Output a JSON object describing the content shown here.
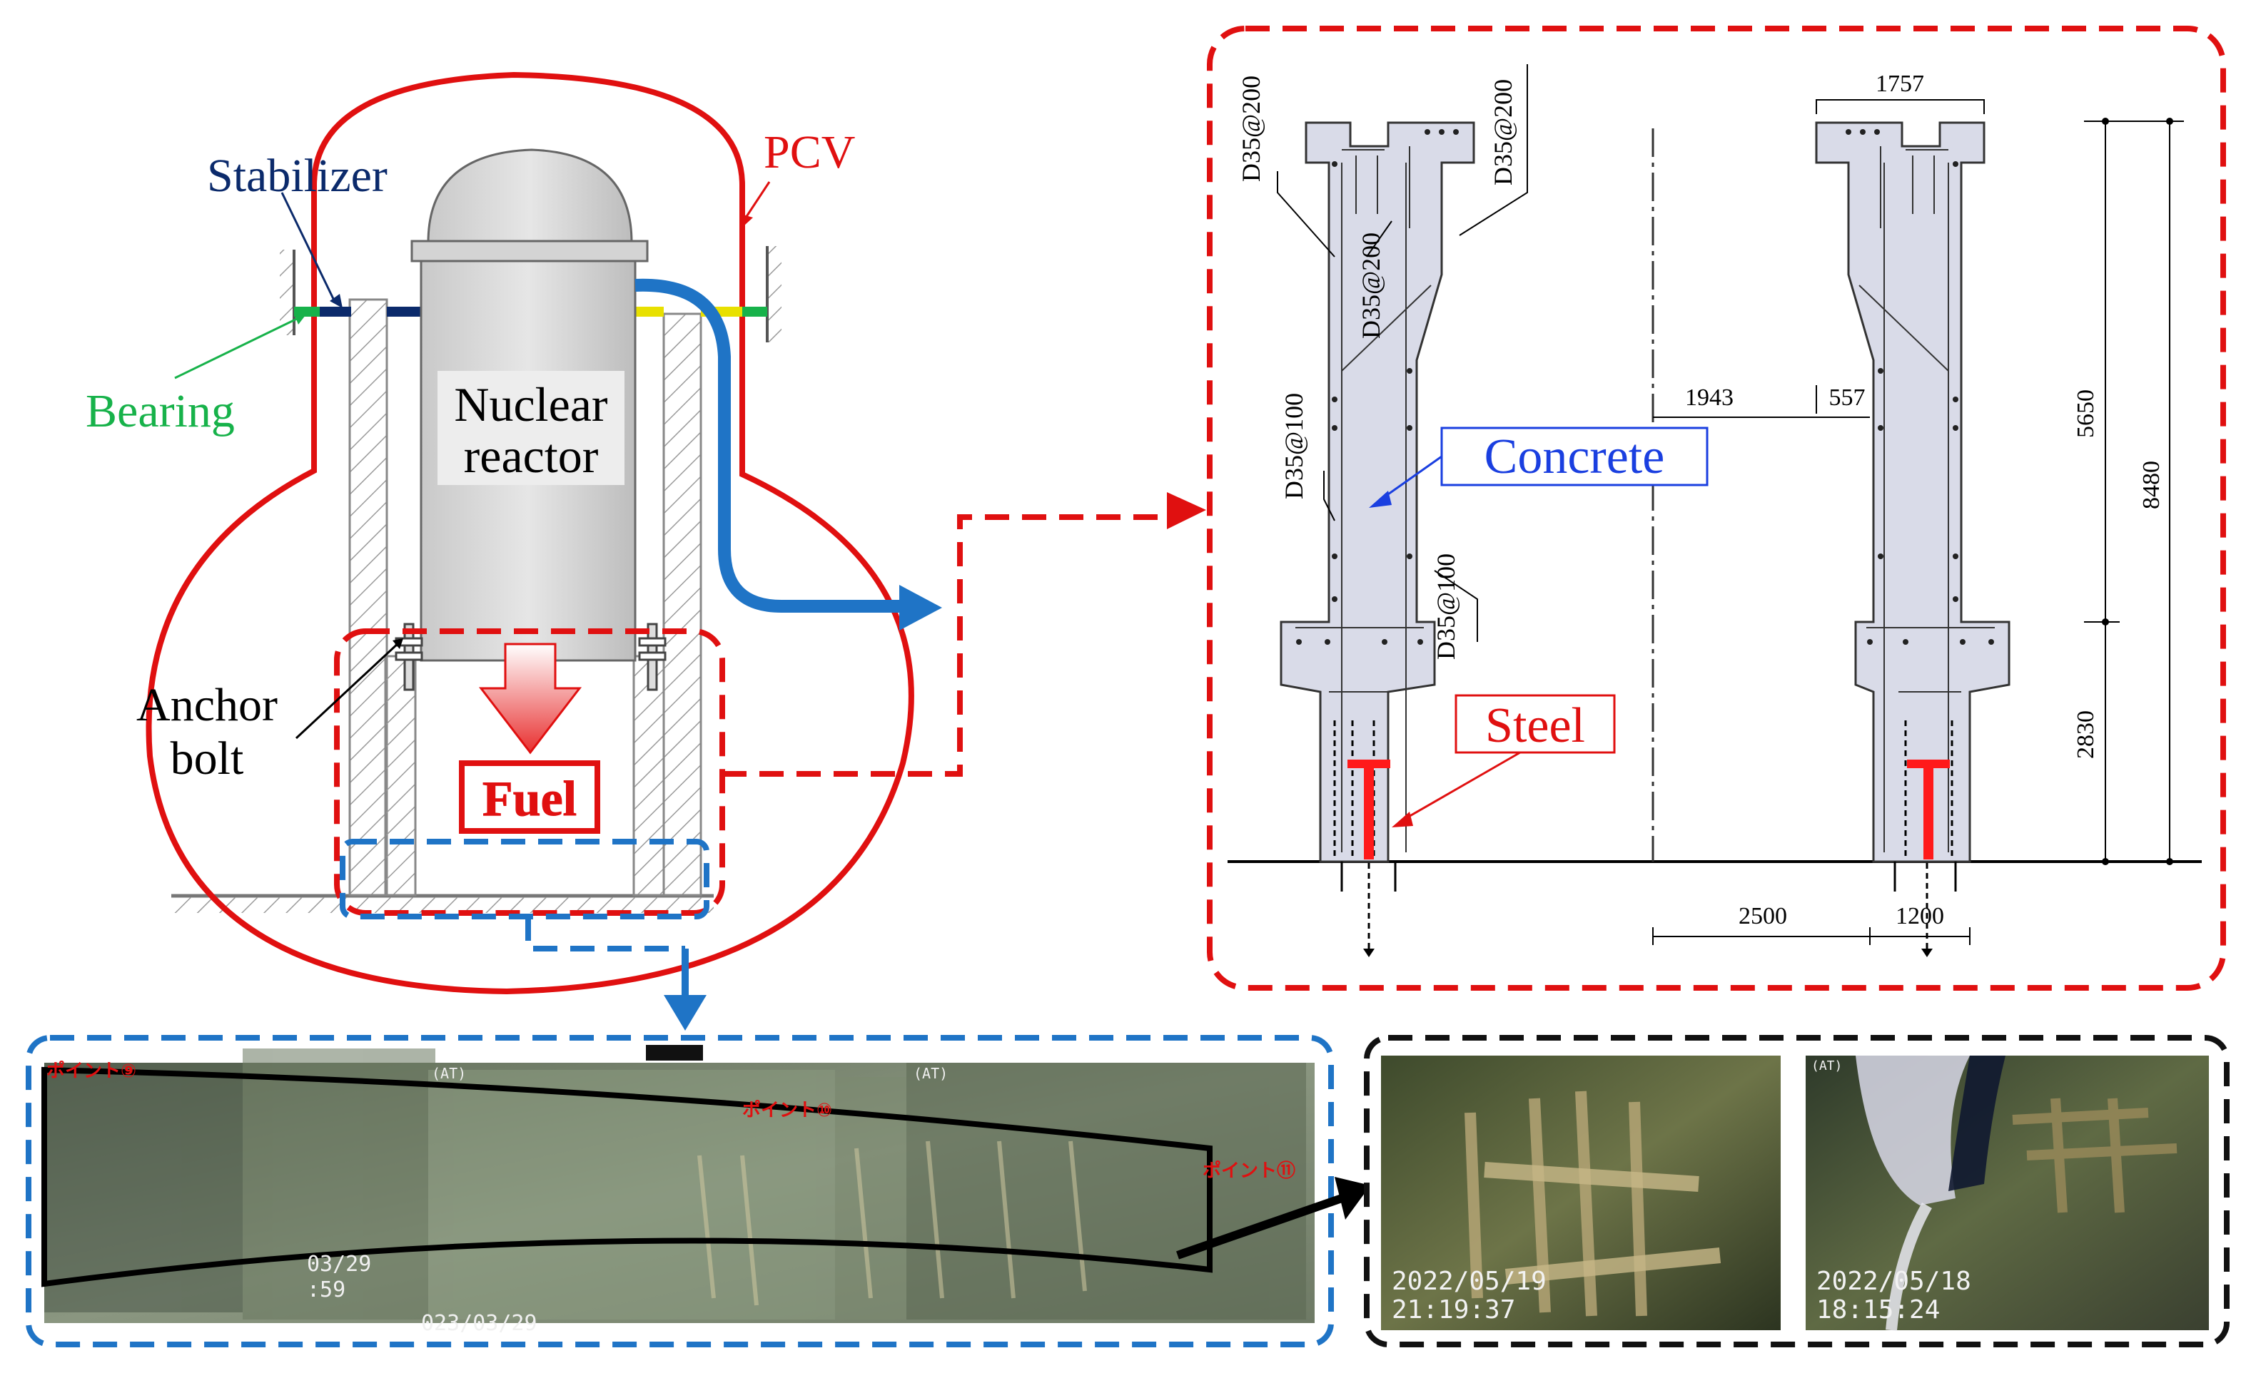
{
  "reactor": {
    "labels": {
      "stabilizer": "Stabilizer",
      "pcv": "PCV",
      "bearing": "Bearing",
      "nuclear": "Nuclear",
      "reactor": "reactor",
      "anchor": "Anchor",
      "bolt": "bolt",
      "fuel": "Fuel"
    },
    "colors": {
      "pcv": "#e01010",
      "stabilizer": "#0b2a6b",
      "bearing": "#17b24a",
      "coolant_pipe": "#1f74c6",
      "fuel_box": "#e01010",
      "inspection": "#1f74c6"
    }
  },
  "section": {
    "labels": {
      "concrete": "Concrete",
      "steel": "Steel"
    },
    "rebar_labels": [
      "D35@200",
      "D35@200",
      "D35@200",
      "D35@100",
      "D35@100"
    ],
    "dimensions": {
      "top_width": "1757",
      "radius_inner": "1943",
      "wall_top": "557",
      "upper_height": "5650",
      "total_height": "8480",
      "lower_height": "2830",
      "base_radius": "2500",
      "base_wall": "1200"
    },
    "colors": {
      "concrete_fill": "#d9dbe8",
      "steel": "#ff1a1a",
      "concrete_label": "#1a3fe0",
      "frame": "#e01010"
    }
  },
  "photos": {
    "panorama": {
      "points": [
        "ポイント⑨",
        "ポイント⑩",
        "ポイント⑪"
      ],
      "stamps": [
        "03/29",
        ":59",
        "023/03/29",
        "(AT)",
        "(AT)"
      ]
    },
    "photo1": {
      "date": "2022/05/19",
      "time": "21:19:37"
    },
    "photo2": {
      "date": "2022/05/18",
      "time": "18:15:24",
      "corner": "(AT)"
    },
    "colors": {
      "panorama_frame": "#1f74c6",
      "photos_frame": "#111111"
    }
  }
}
